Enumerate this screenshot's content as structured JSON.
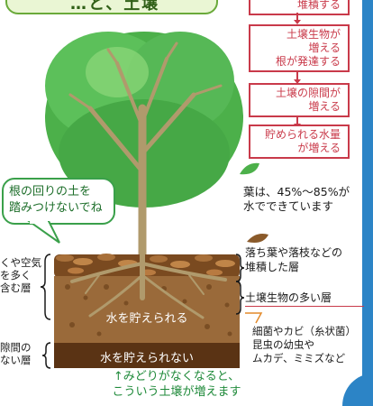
{
  "banner": {
    "text": "…と、土壌"
  },
  "flow": {
    "boxes": [
      "堆積する",
      "土壌生物が\n増える\n根が発達する",
      "土壌の隙間が\n増える",
      "貯められる水量\nが増える"
    ]
  },
  "bubble": {
    "text": "根の回りの土を\n踏みつけないでね"
  },
  "notes": {
    "leaf_water": "葉は、45%～85%が\n水でできています",
    "litter_layer": "落ち葉や落枝などの\n堆積した層",
    "soil_bio_layer": "土壌生物の多い層",
    "soil_bio_examples": "細菌やカビ（糸状菌）\n昆虫の幼虫や\nムカデ、ミミズなど"
  },
  "left_labels": {
    "upper": "くや空気\nを多く\n含む層",
    "lower": "隙間の\nない層"
  },
  "soil": {
    "stores_water": "水を貯えられる",
    "cannot_store": "水を貯えられない"
  },
  "caption": "↑みどりがなくなると、\nこういう土壌が増えます",
  "colors": {
    "frame": "#2c84c6",
    "flow_red": "#c93a4a",
    "bubble_green": "#3aa04a",
    "caption_green": "#1f8a3a",
    "tree_green": "#4cb04a"
  }
}
